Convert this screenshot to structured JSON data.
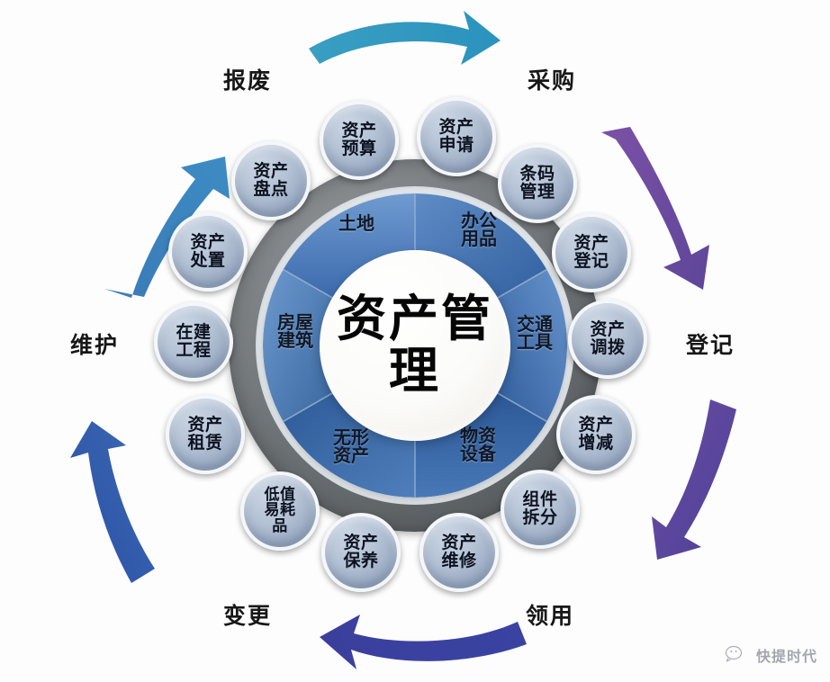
{
  "diagram": {
    "title": "资产管理",
    "center_label": "资产管理",
    "stages": [
      {
        "key": "scrap",
        "label": "报废"
      },
      {
        "key": "purchase",
        "label": "采购"
      },
      {
        "key": "registration",
        "label": "登记"
      },
      {
        "key": "requisition",
        "label": "领用"
      },
      {
        "key": "change",
        "label": "变更"
      },
      {
        "key": "maintenance",
        "label": "维护"
      }
    ],
    "inner_ring": {
      "segments": [
        {
          "key": "land",
          "label": "土地"
        },
        {
          "key": "office-supplies",
          "label": "办公\n用品"
        },
        {
          "key": "vehicles",
          "label": "交通\n工具"
        },
        {
          "key": "materials",
          "label": "物资\n设备"
        },
        {
          "key": "intangible",
          "label": "无形\n资产"
        },
        {
          "key": "buildings",
          "label": "房屋\n建筑"
        }
      ]
    },
    "bubbles": [
      {
        "key": "asset-budget",
        "label": "资产\n预算"
      },
      {
        "key": "asset-application",
        "label": "资产\n申请"
      },
      {
        "key": "barcode-management",
        "label": "条码\n管理"
      },
      {
        "key": "asset-registration",
        "label": "资产\n登记"
      },
      {
        "key": "asset-transfer",
        "label": "资产\n调拨"
      },
      {
        "key": "asset-adjustment",
        "label": "资产\n增减"
      },
      {
        "key": "component-split",
        "label": "组件\n拆分"
      },
      {
        "key": "asset-repair",
        "label": "资产\n维修"
      },
      {
        "key": "asset-upkeep",
        "label": "资产\n保养"
      },
      {
        "key": "low-value-consumables",
        "label": "低值\n易耗\n品"
      },
      {
        "key": "asset-lease",
        "label": "资产\n租赁"
      },
      {
        "key": "construction-in-progress",
        "label": "在建\n工程"
      },
      {
        "key": "asset-disposal",
        "label": "资产\n处置"
      },
      {
        "key": "asset-inventory",
        "label": "资产\n盘点"
      }
    ],
    "arrows": [
      {
        "key": "arrow-top",
        "direction": "right",
        "color": "#2f9cc4"
      },
      {
        "key": "arrow-top-right",
        "direction": "down",
        "color": "#6b4fa0"
      },
      {
        "key": "arrow-bottom-right",
        "direction": "down",
        "color": "#5b45a0"
      },
      {
        "key": "arrow-bottom",
        "direction": "left",
        "color": "#3b3f9e"
      },
      {
        "key": "arrow-bottom-left",
        "direction": "up",
        "color": "#2f56a8"
      },
      {
        "key": "arrow-top-left",
        "direction": "up",
        "color": "#3b84bd"
      }
    ],
    "colors": {
      "ring_blue_light": "#5b8cc4",
      "ring_blue_dark": "#2f5f9e",
      "outer_grey": "#6e7376",
      "bubble_blue": "#adbbd0",
      "text_dark": "#101826"
    }
  },
  "watermark": {
    "icon": "wechat-icon",
    "text": "快提时代"
  }
}
